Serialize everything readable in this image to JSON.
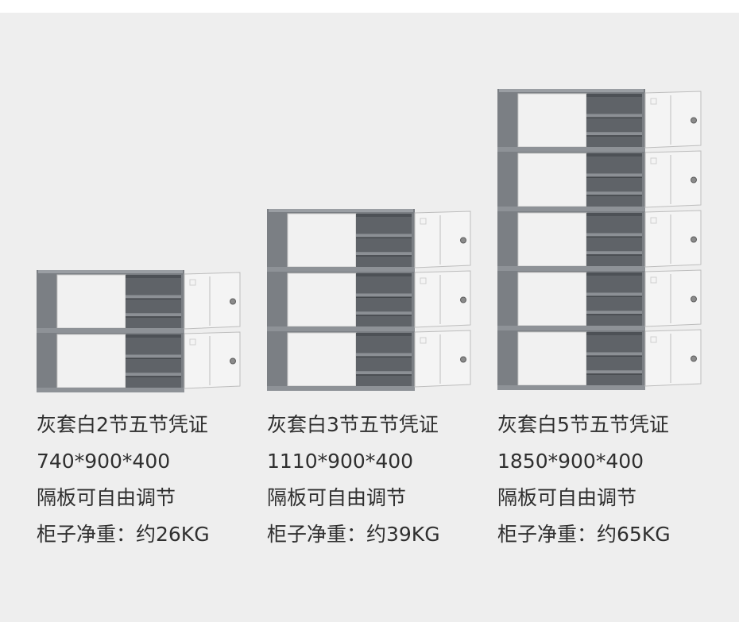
{
  "colors": {
    "background": "#eeeeee",
    "cabinet_frame": "#7b7f84",
    "cabinet_interior": "#5f6368",
    "door": "#f1f1f1",
    "text": "#2f2f2f"
  },
  "products": [
    {
      "sections": 2,
      "title": "灰套白2节五节凭证",
      "dimensions": "740*900*400",
      "feature": "隔板可自由调节",
      "weight": "柜子净重：约26KG"
    },
    {
      "sections": 3,
      "title": "灰套白3节五节凭证",
      "dimensions": "1110*900*400",
      "feature": "隔板可自由调节",
      "weight": "柜子净重：约39KG"
    },
    {
      "sections": 5,
      "title": "灰套白5节五节凭证",
      "dimensions": "1850*900*400",
      "feature": "隔板可自由调节",
      "weight": "柜子净重：约65KG"
    }
  ]
}
